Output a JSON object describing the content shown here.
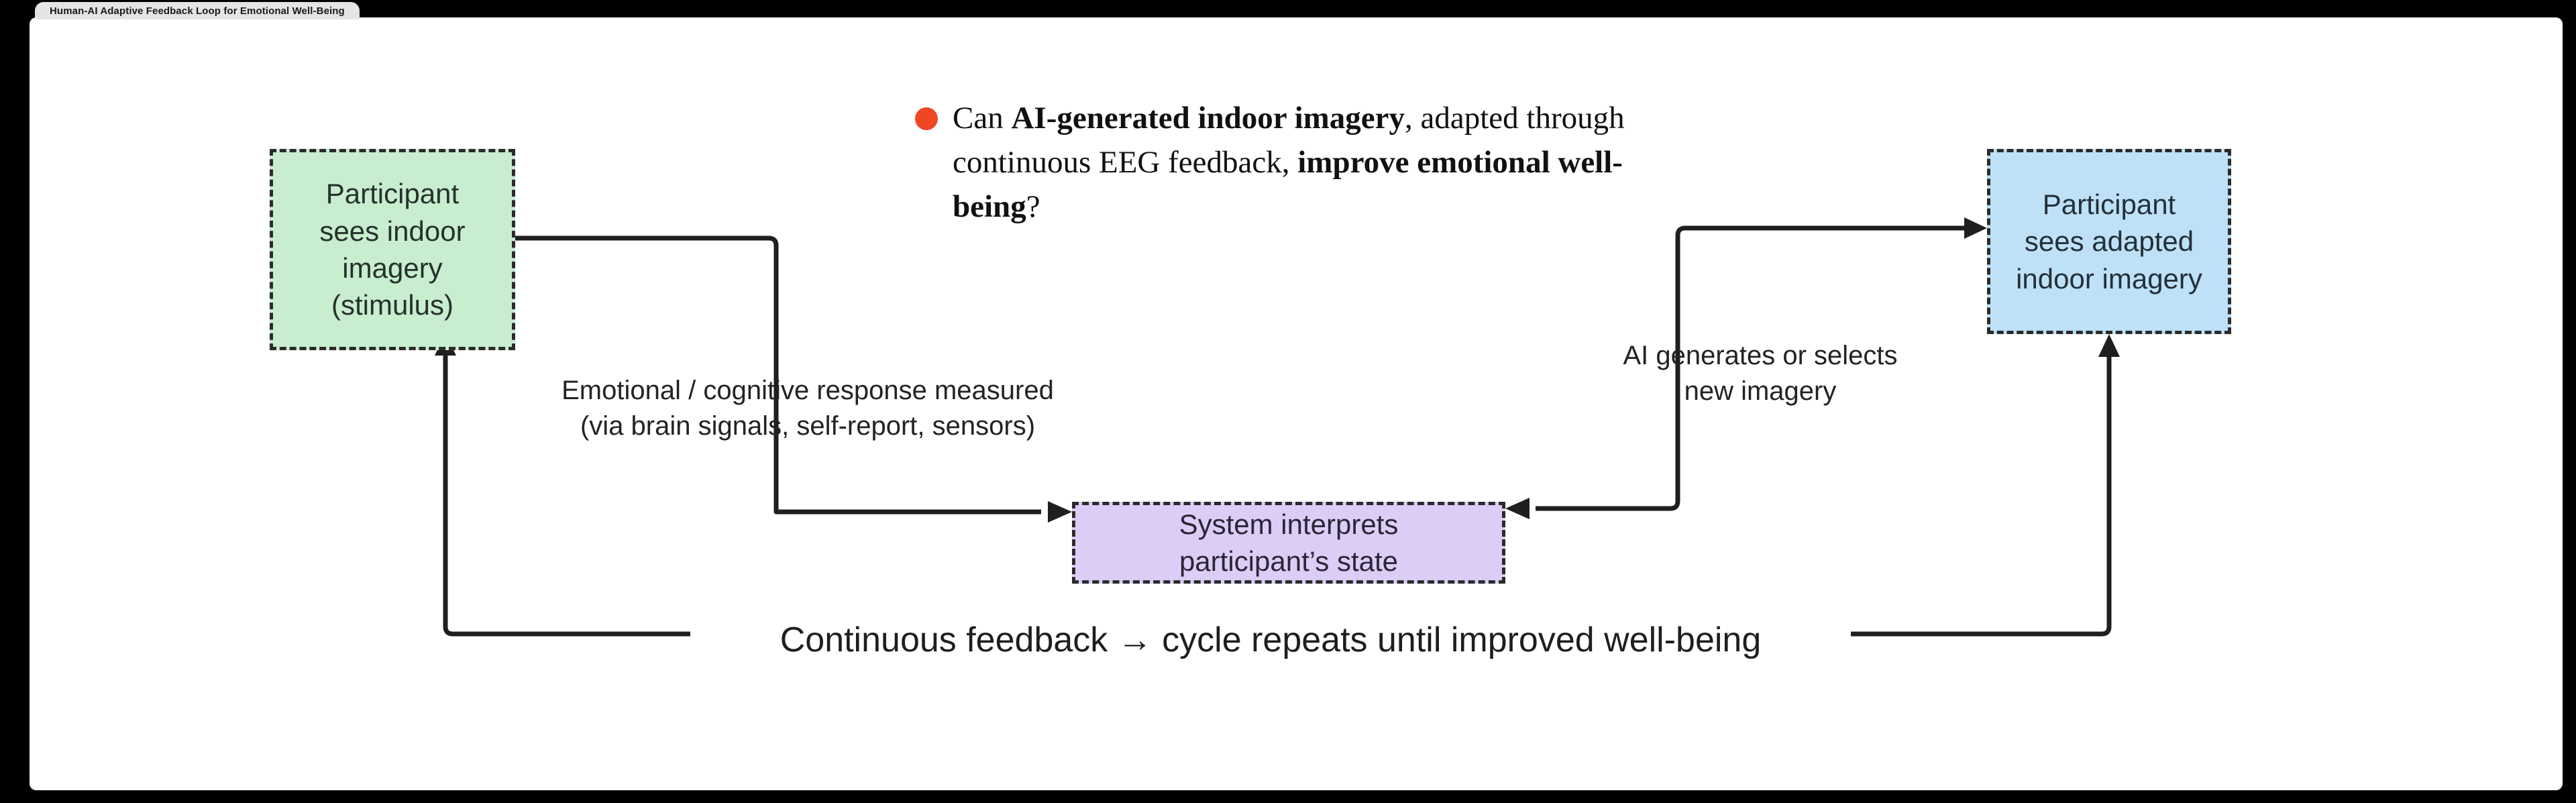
{
  "window": {
    "tab_title": "Human-AI Adaptive Feedback Loop for Emotional Well-Being"
  },
  "question": {
    "bullet_color": "#f04623",
    "segments": [
      {
        "text": "Can ",
        "bold": false
      },
      {
        "text": "AI-generated indoor imagery",
        "bold": true
      },
      {
        "text": ", adapted through continuous EEG feedback, ",
        "bold": false
      },
      {
        "text": "improve emotional well-being",
        "bold": true
      },
      {
        "text": "?",
        "bold": false
      }
    ],
    "plain": "Can AI-generated indoor imagery, adapted through continuous EEG feedback, improve emotional well-being?"
  },
  "diagram": {
    "nodes": [
      {
        "id": "stimulus",
        "label": "Participant\nsees indoor\nimagery\n(stimulus)",
        "fill": "#c8edcf",
        "border": "#2b2b2b",
        "border_style": "dashed"
      },
      {
        "id": "interpret",
        "label": "System interprets\nparticipant’s state",
        "fill": "#dccdf7",
        "border": "#2b2b2b",
        "border_style": "dashed"
      },
      {
        "id": "adapted",
        "label": "Participant\nsees adapted\nindoor imagery",
        "fill": "#bee1f7",
        "border": "#2b2b2b",
        "border_style": "dashed"
      }
    ],
    "edge_labels": [
      {
        "id": "response",
        "text": "Emotional / cognitive response measured\n(via brain signals, self-report, sensors)"
      },
      {
        "id": "ai-generation",
        "text": "AI generates or selects\nnew imagery"
      },
      {
        "id": "continuous-feedback",
        "text": "Continuous feedback → cycle repeats until improved well-being"
      }
    ],
    "edges": [
      {
        "from": "stimulus",
        "to": "interpret",
        "label": "response"
      },
      {
        "from": "interpret",
        "to": "adapted",
        "label": "ai-generation"
      },
      {
        "from": "adapted",
        "to": "stimulus",
        "label": "continuous-feedback"
      }
    ],
    "connector_color": "#1f1f1f",
    "background": "#ffffff"
  }
}
